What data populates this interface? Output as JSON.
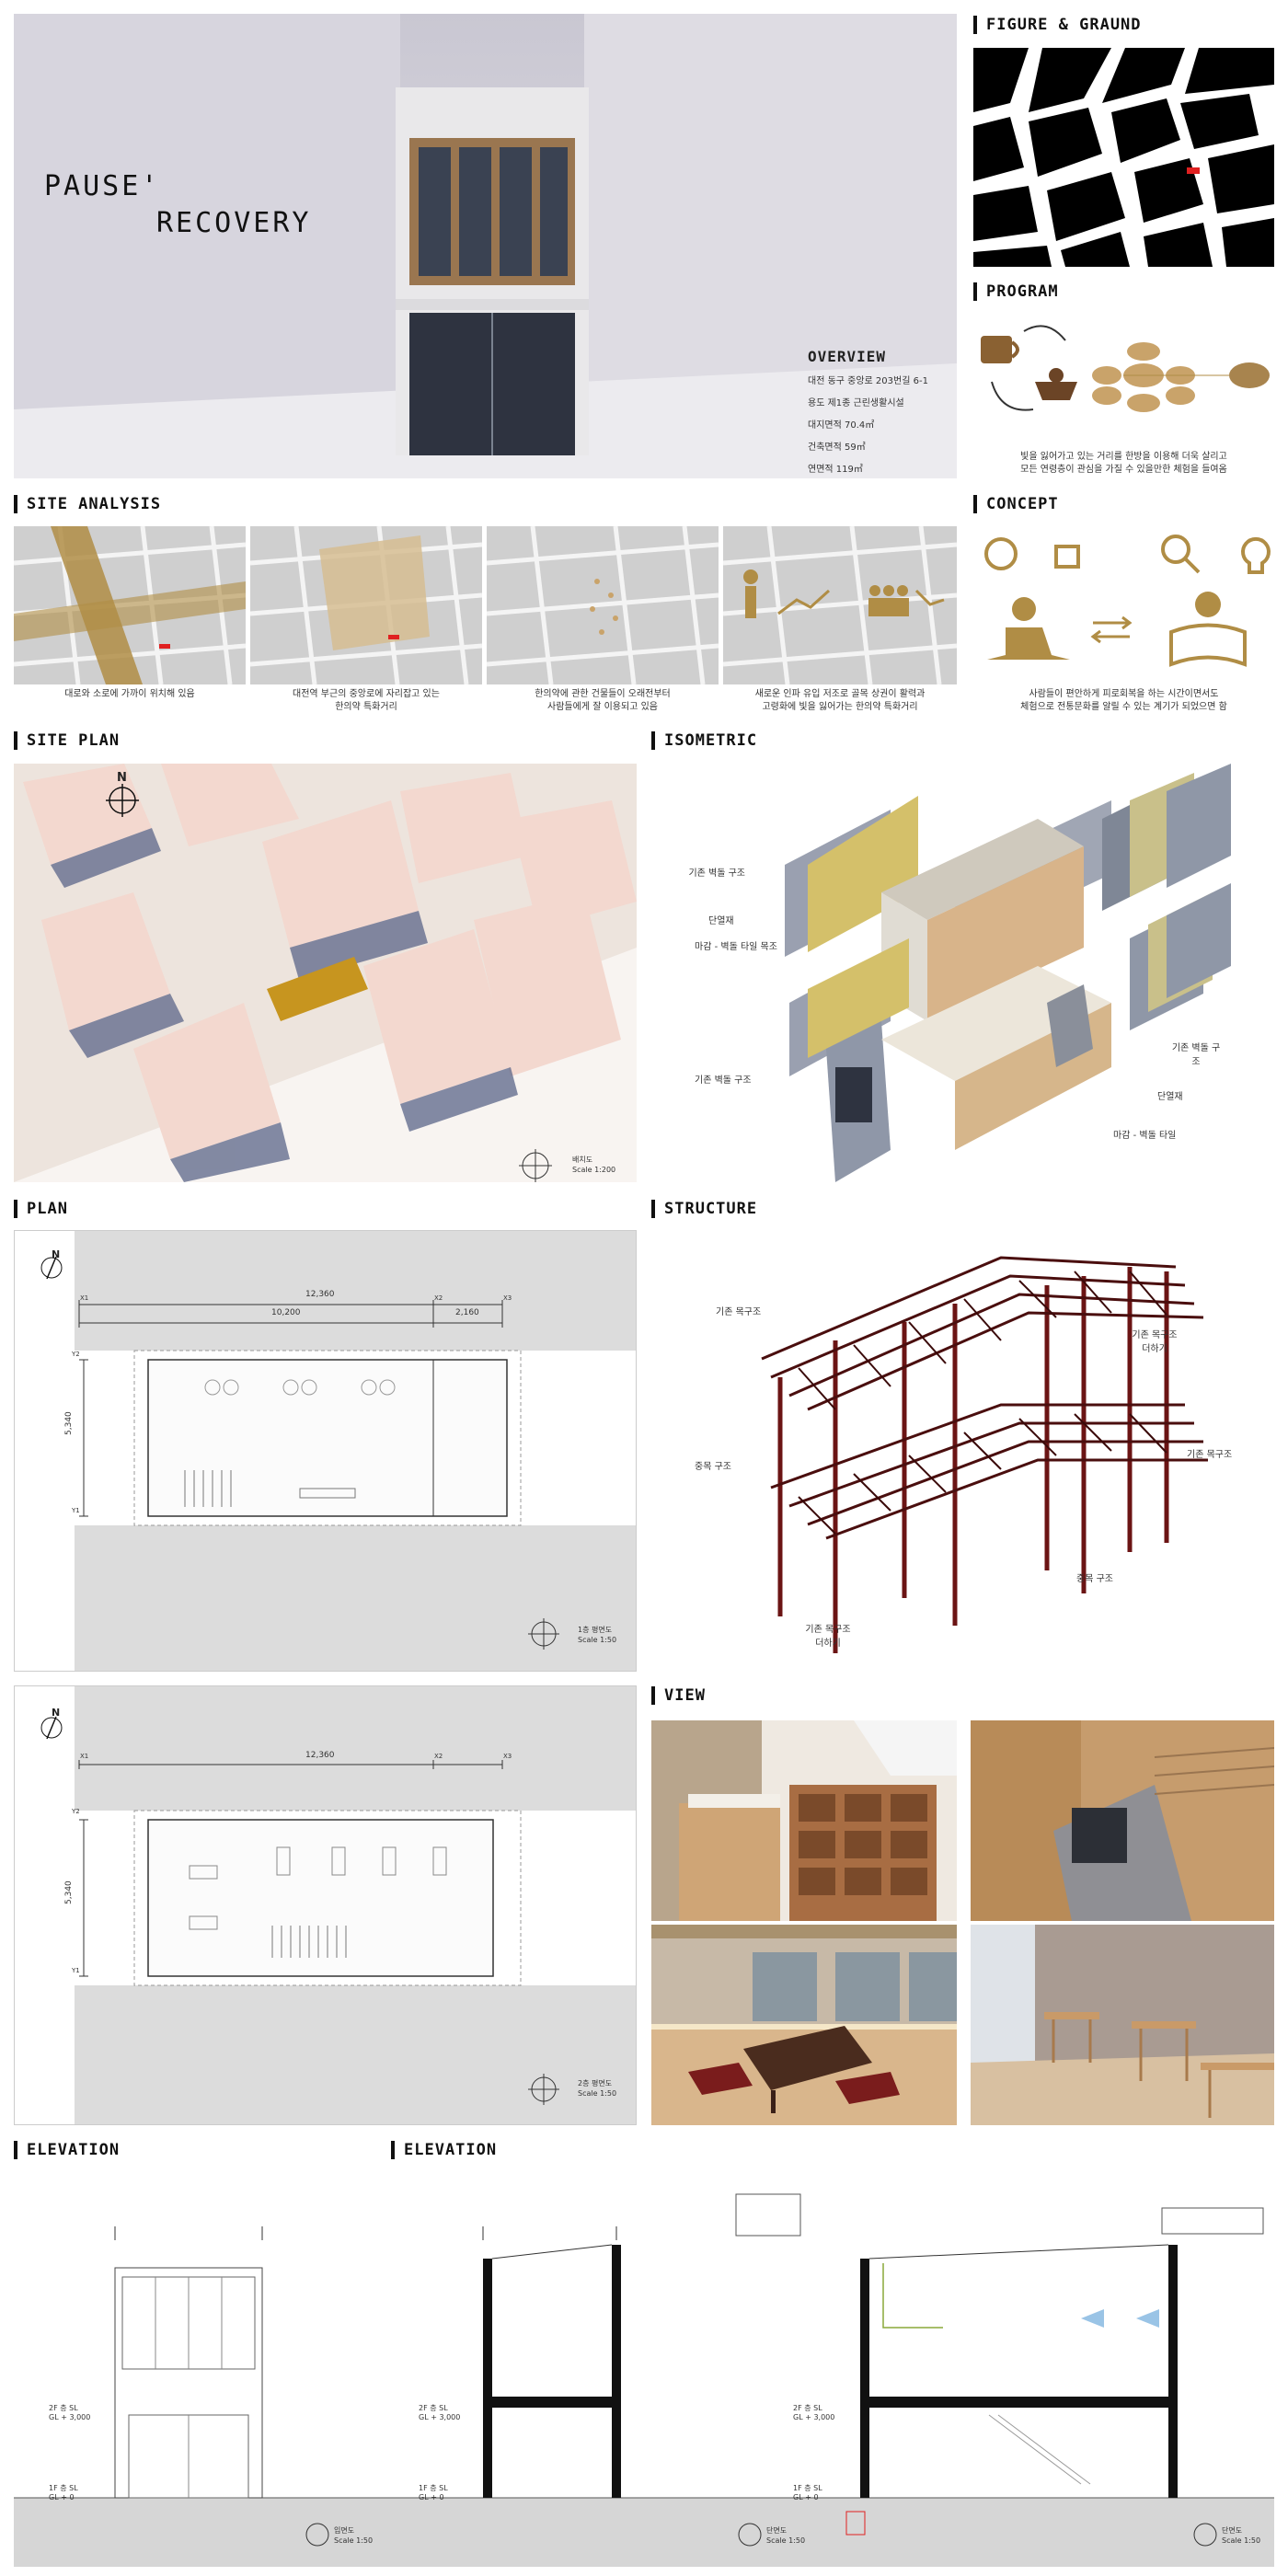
{
  "hero": {
    "title_line1": "PAUSE'",
    "title_line2": "RECOVERY"
  },
  "overview": {
    "title": "OVERVIEW",
    "items": [
      "대전 동구 중앙로 203번길 6-1",
      "용도 제1종 근린생활시설",
      "대지면적 70.4㎡",
      "건축면적 59㎡",
      "연면적 119㎡"
    ]
  },
  "sections": {
    "figure_ground": "FIGURE & GRAUND",
    "program": "PROGRAM",
    "site_analysis": "SITE ANALYSIS",
    "concept": "CONCEPT",
    "site_plan": "SITE PLAN",
    "isometric": "ISOMETRIC",
    "plan": "PLAN",
    "structure": "STRUCTURE",
    "view": "VIEW",
    "elevation1": "ELEVATION",
    "elevation2": "ELEVATION"
  },
  "program": {
    "caption_line1": "빛을 잃어가고 있는 거리를 한방을 이용해 더욱 살리고",
    "caption_line2": "모든 연령층이 관심을 가질 수 있을만한 체험을 들여옴"
  },
  "site_analysis": {
    "captions": [
      [
        "대로와 소로에 가까이 위치해 있음"
      ],
      [
        "대전역 부근의 중앙로에 자리잡고 있는",
        "한의약 특화거리"
      ],
      [
        "한의약에 관한 건물들이 오래전부터",
        "사람들에게 잘 이용되고 있음"
      ],
      [
        "새로운 인파 유입 저조로 골목 상권이 활력과",
        "고령화에 빛을 잃어가는 한의약 특화거리"
      ]
    ]
  },
  "concept": {
    "caption_line1": "사람들이 편안하게 피로회복을 하는 시간이면서도",
    "caption_line2": "체험으로 전통문화를 알릴 수 있는 계기가 되었으면 함"
  },
  "site_plan": {
    "north": "N",
    "scale_name": "배치도",
    "scale": "Scale 1:200"
  },
  "isometric": {
    "labels": [
      "기존 벽돌 구조",
      "단열재",
      "마감 - 벽돌 타일 목조",
      "기존 벽돌 구조",
      "기존 벽돌 구조",
      "단열재",
      "마감 - 벽돌 타일"
    ]
  },
  "structure": {
    "labels": [
      "기존 목구조",
      "기존 목구조 더하기",
      "중목 구조",
      "기존 목구조",
      "중목 구조",
      "기존 목구조 더하기"
    ]
  },
  "plan1": {
    "north": "N",
    "dims": [
      "12,360",
      "10,200",
      "2,160",
      "5,340"
    ],
    "axes": [
      "X1",
      "X2",
      "X3",
      "Y2",
      "Y1"
    ],
    "scale_name": "1층 평면도",
    "scale": "Scale 1:50"
  },
  "plan2": {
    "north": "N",
    "dims": [
      "12,360",
      "5,340"
    ],
    "axes": [
      "X1",
      "X2",
      "X3",
      "Y2",
      "Y1"
    ],
    "scale_name": "2층 평면도",
    "scale": "Scale 1:50"
  },
  "elevation": {
    "levels": [
      {
        "name": "2F 층 SL",
        "gl": "GL + 3,000"
      },
      {
        "name": "1F 층 SL",
        "gl": "GL + 0"
      }
    ],
    "scales": [
      {
        "name": "입면도",
        "scale": "Scale 1:50"
      },
      {
        "name": "단면도",
        "scale": "Scale 1:50"
      },
      {
        "name": "단면도",
        "scale": "Scale 1:50"
      }
    ]
  },
  "colors": {
    "accent": "#b08d45",
    "wood": "#c9a36a",
    "structure": "#6b1414"
  }
}
